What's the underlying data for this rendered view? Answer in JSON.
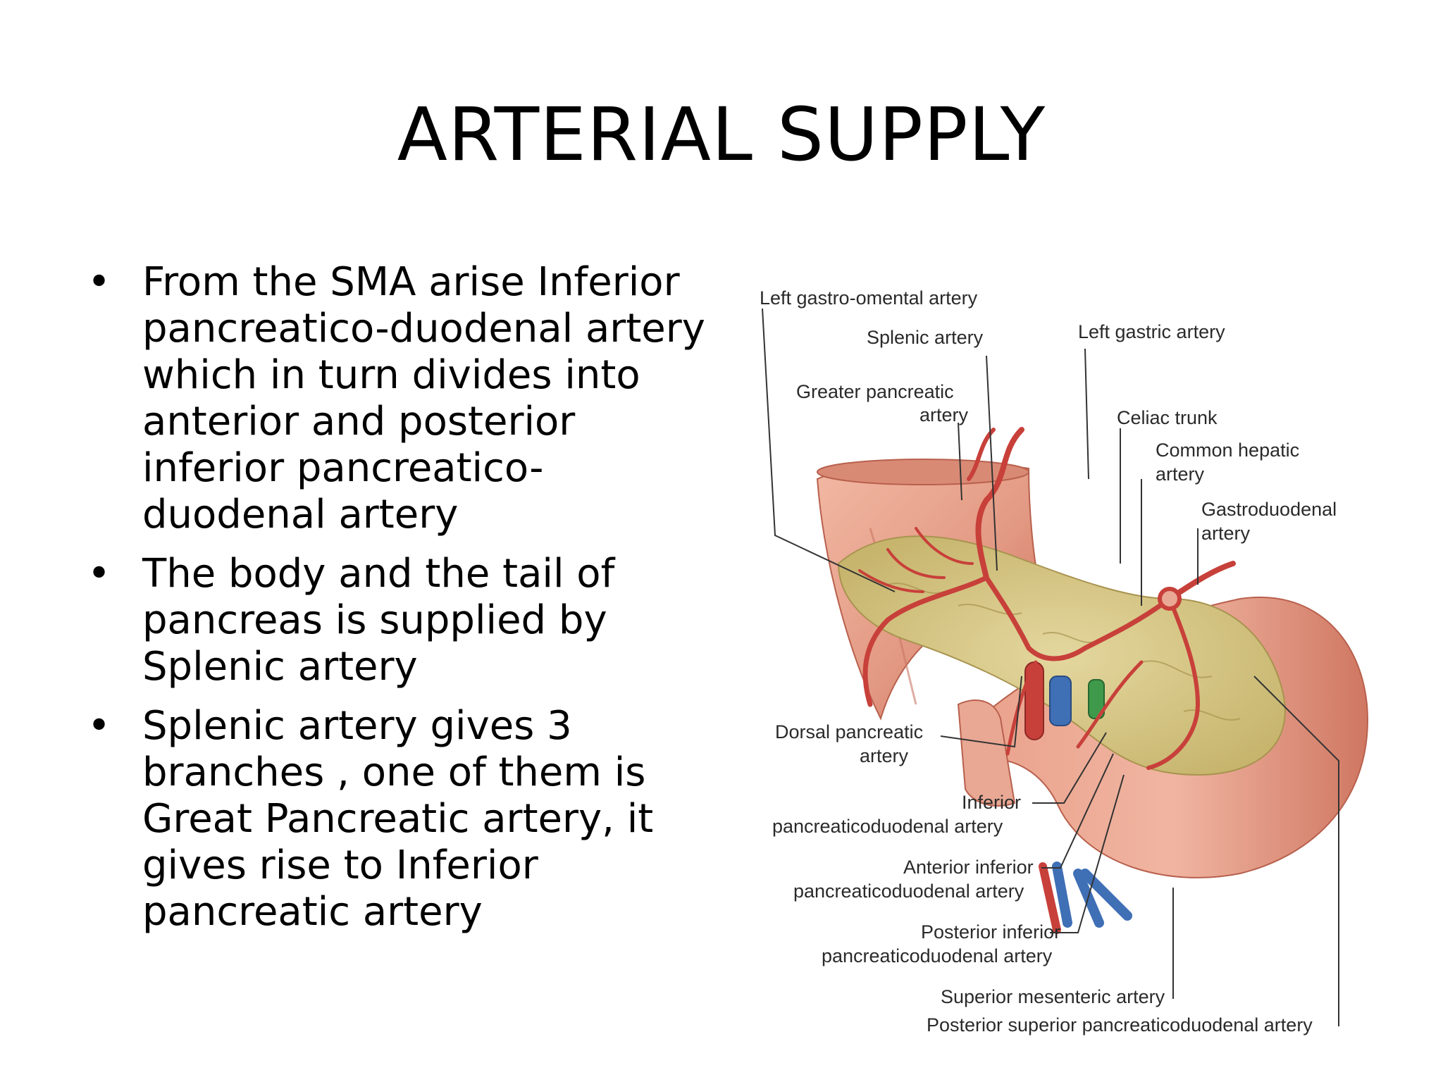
{
  "slide": {
    "title": "ARTERIAL SUPPLY",
    "bullets": [
      {
        "text": "From the SMA arise Inferior pancreatico-duodenal artery which in turn divides into anterior and posterior inferior pancreatico-duodenal artery"
      },
      {
        "text": "The body and the tail of pancreas is supplied by Splenic artery"
      },
      {
        "text": "Splenic artery gives 3 branches , one of them is Great Pancreatic artery, it gives rise to Inferior pancreatic artery"
      }
    ],
    "bullet_symbol": "•"
  },
  "figure": {
    "labels": {
      "left_gastro_omental": "Left gastro-omental artery",
      "splenic": "Splenic artery",
      "left_gastric": "Left gastric artery",
      "greater_pancreatic_1": "Greater pancreatic",
      "greater_pancreatic_2": "artery",
      "celiac_trunk": "Celiac trunk",
      "common_hepatic_1": "Common hepatic",
      "common_hepatic_2": "artery",
      "gastroduodenal_1": "Gastroduodenal",
      "gastroduodenal_2": "artery",
      "dorsal_pancreatic_1": "Dorsal pancreatic",
      "dorsal_pancreatic_2": "artery",
      "inferior_pd_1": "Inferior",
      "inferior_pd_2": "pancreaticoduodenal artery",
      "anterior_inferior_pd_1": "Anterior inferior",
      "anterior_inferior_pd_2": "pancreaticoduodenal artery",
      "posterior_inferior_pd_1": "Posterior inferior",
      "posterior_inferior_pd_2": "pancreaticoduodenal artery",
      "superior_mesenteric": "Superior mesenteric artery",
      "posterior_superior_pd": "Posterior superior pancreaticoduodenal artery"
    },
    "colors": {
      "stomach": "#e8a08a",
      "stomach_dark": "#c9705c",
      "pancreas": "#d9c98a",
      "artery": "#c8403a",
      "vein": "#3f6fb5",
      "duct": "#3e9a4a",
      "leader_line": "#333333"
    }
  }
}
